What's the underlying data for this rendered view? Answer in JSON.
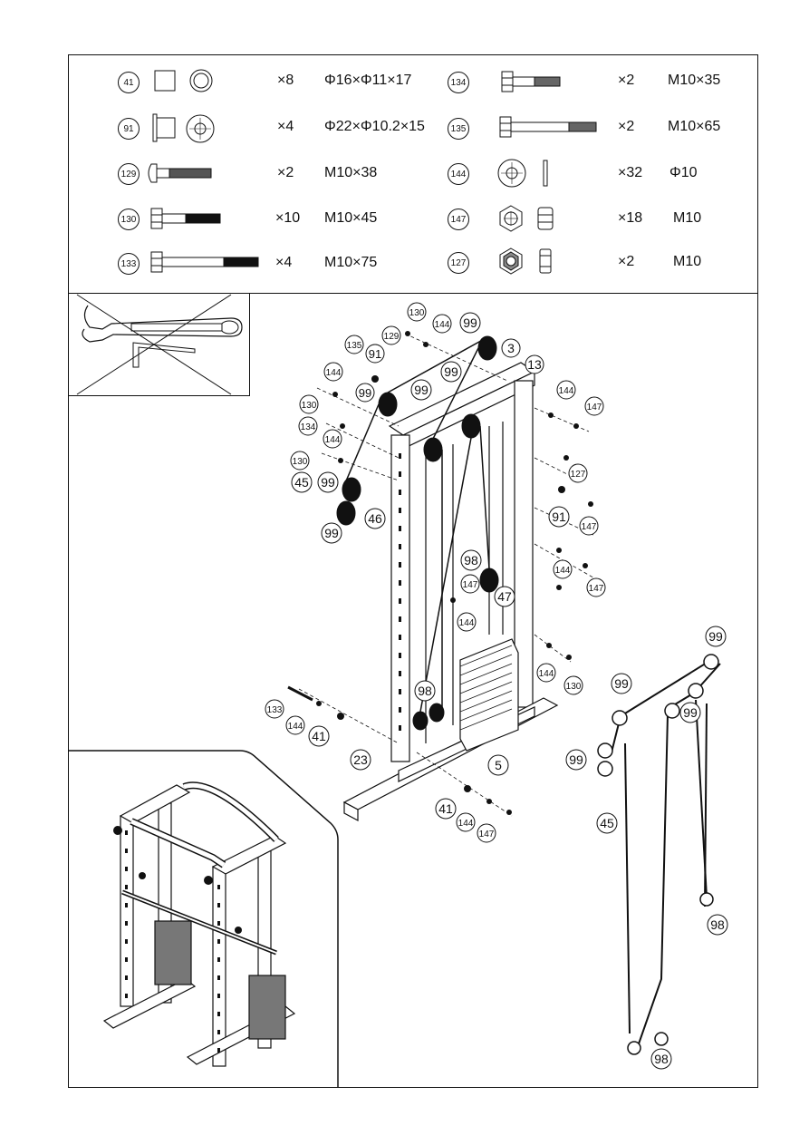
{
  "parts_left": [
    {
      "id": "41",
      "qty": "×8",
      "spec": "Φ16×Φ11×17"
    },
    {
      "id": "91",
      "qty": "×4",
      "spec": "Φ22×Φ10.2×15"
    },
    {
      "id": "129",
      "qty": "×2",
      "spec": "M10×38"
    },
    {
      "id": "130",
      "qty": "×10",
      "spec": "M10×45"
    },
    {
      "id": "133",
      "qty": "×4",
      "spec": "M10×75"
    }
  ],
  "parts_right": [
    {
      "id": "134",
      "qty": "×2",
      "spec": "M10×35"
    },
    {
      "id": "135",
      "qty": "×2",
      "spec": "M10×65"
    },
    {
      "id": "144",
      "qty": "×32",
      "spec": "Φ10"
    },
    {
      "id": "147",
      "qty": "×18",
      "spec": "M10"
    },
    {
      "id": "127",
      "qty": "×2",
      "spec": "M10"
    }
  ],
  "callouts": {
    "c130a": "130",
    "c144a": "144",
    "c99a": "99",
    "c129": "129",
    "c91a": "91",
    "c3": "3",
    "c135": "135",
    "c13": "13",
    "c144b": "144",
    "c99b": "99",
    "c99c": "99",
    "c99d": "99",
    "c144c": "144",
    "c147a": "147",
    "c130b": "130",
    "c134": "134",
    "c144d": "144",
    "c130c": "130",
    "c127": "127",
    "c45": "45",
    "c99e": "99",
    "c46": "46",
    "c91b": "91",
    "c147b": "147",
    "c99f": "99",
    "c98a": "98",
    "c144e": "144",
    "c147c": "147",
    "c147d": "147",
    "c47": "47",
    "c144f": "144",
    "c144g": "144",
    "c130d": "130",
    "c98b": "98",
    "c133": "133",
    "c144h": "144",
    "c41a": "41",
    "c23": "23",
    "c5": "5",
    "c41b": "41",
    "c144i": "144",
    "c147e": "147"
  },
  "cable_callouts": {
    "k99a": "99",
    "k99b": "99",
    "k99c": "99",
    "k99d": "99",
    "k45": "45",
    "k98a": "98",
    "k98b": "98"
  }
}
